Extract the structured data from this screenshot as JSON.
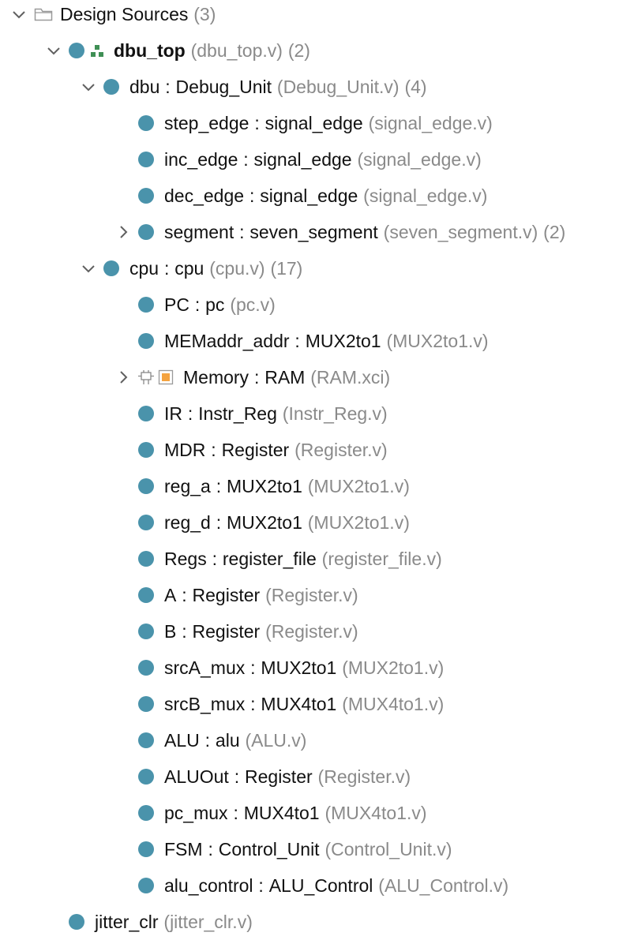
{
  "colors": {
    "node": "#4a93ab",
    "secondary": "#8a8a8a",
    "text": "#111111",
    "chevron": "#606060",
    "folder": "#9a9a9a",
    "memory_orange": "#f4a340",
    "hierarchy_green": "#3f8f55"
  },
  "root": {
    "label": "Design Sources",
    "count": "(3)",
    "icon": "folder-icon",
    "expanded": true
  },
  "tree": [
    {
      "level": 1,
      "name": "dbu_top",
      "module": "",
      "file": "(dbu_top.v)",
      "count": "(2)",
      "expanded": true,
      "bold": true,
      "icon": "hierarchy-icon"
    },
    {
      "level": 2,
      "name": "dbu",
      "module": "Debug_Unit",
      "file": "(Debug_Unit.v)",
      "count": "(4)",
      "expanded": true
    },
    {
      "level": 3,
      "name": "step_edge",
      "module": "signal_edge",
      "file": "(signal_edge.v)"
    },
    {
      "level": 3,
      "name": "inc_edge",
      "module": "signal_edge",
      "file": "(signal_edge.v)"
    },
    {
      "level": 3,
      "name": "dec_edge",
      "module": "signal_edge",
      "file": "(signal_edge.v)"
    },
    {
      "level": 3,
      "name": "segment",
      "module": "seven_segment",
      "file": "(seven_segment.v)",
      "count": "(2)",
      "expanded": false
    },
    {
      "level": 2,
      "name": "cpu",
      "module": "cpu",
      "file": "(cpu.v)",
      "count": "(17)",
      "expanded": true
    },
    {
      "level": 3,
      "name": "PC",
      "module": "pc",
      "file": "(pc.v)"
    },
    {
      "level": 3,
      "name": "MEMaddr_addr",
      "module": "MUX2to1",
      "file": "(MUX2to1.v)"
    },
    {
      "level": 3,
      "name": "Memory",
      "module": "RAM",
      "file": "(RAM.xci)",
      "expanded": false,
      "ip": true
    },
    {
      "level": 3,
      "name": "IR",
      "module": "Instr_Reg",
      "file": "(Instr_Reg.v)"
    },
    {
      "level": 3,
      "name": "MDR",
      "module": "Register",
      "file": "(Register.v)"
    },
    {
      "level": 3,
      "name": "reg_a",
      "module": "MUX2to1",
      "file": "(MUX2to1.v)"
    },
    {
      "level": 3,
      "name": "reg_d",
      "module": "MUX2to1",
      "file": "(MUX2to1.v)"
    },
    {
      "level": 3,
      "name": "Regs",
      "module": "register_file",
      "file": "(register_file.v)"
    },
    {
      "level": 3,
      "name": "A",
      "module": "Register",
      "file": "(Register.v)"
    },
    {
      "level": 3,
      "name": "B",
      "module": "Register",
      "file": "(Register.v)"
    },
    {
      "level": 3,
      "name": "srcA_mux",
      "module": "MUX2to1",
      "file": "(MUX2to1.v)"
    },
    {
      "level": 3,
      "name": "srcB_mux",
      "module": "MUX4to1",
      "file": "(MUX4to1.v)"
    },
    {
      "level": 3,
      "name": "ALU",
      "module": "alu",
      "file": "(ALU.v)"
    },
    {
      "level": 3,
      "name": "ALUOut",
      "module": "Register",
      "file": "(Register.v)"
    },
    {
      "level": 3,
      "name": "pc_mux",
      "module": "MUX4to1",
      "file": "(MUX4to1.v)"
    },
    {
      "level": 3,
      "name": "FSM",
      "module": "Control_Unit",
      "file": "(Control_Unit.v)"
    },
    {
      "level": 3,
      "name": "alu_control",
      "module": "ALU_Control",
      "file": "(ALU_Control.v)"
    },
    {
      "level": 1,
      "name": "jitter_clr",
      "module": "",
      "file": "(jitter_clr.v)"
    }
  ]
}
